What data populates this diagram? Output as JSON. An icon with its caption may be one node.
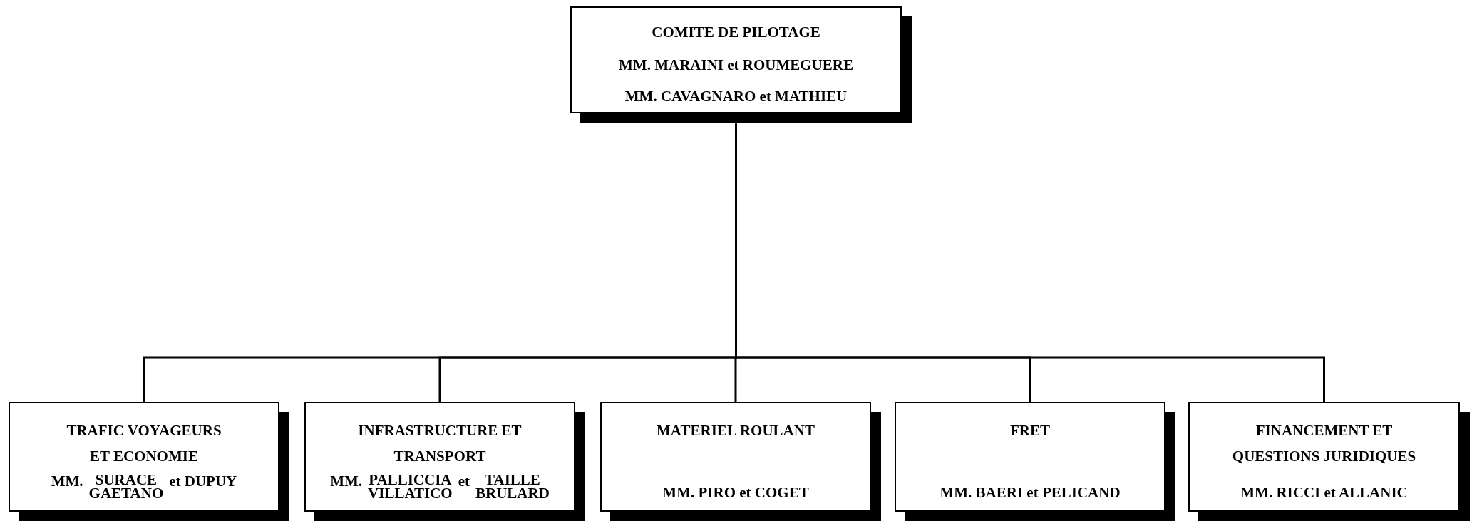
{
  "diagram": {
    "nodes": [
      {
        "text": [
          "COMITE DE PILOTAGE",
          "MM. MARAINI et ROUMEGUERE",
          "MM. CAVAGNARO et MATHIEU"
        ]
      },
      {
        "text": [
          "TRAFIC VOYAGEURS ET ECONOMIE",
          "MM.",
          "SURACE GAETANO",
          "et DUPUY"
        ]
      },
      {
        "text": [
          "INFRASTRUCTURE ET TRANSPORT",
          "MM.",
          "PALLICCIA VILLATICO",
          "et",
          "TAILLE BRULARD"
        ]
      },
      {
        "text": [
          "MATERIEL ROULANT",
          "MM. PIRO et COGET"
        ]
      },
      {
        "text": [
          "FRET",
          "MM. BAERI et PELICAND"
        ]
      },
      {
        "text": [
          "FINANCEMENT ET QUESTIONS JURIDIQUES",
          "MM. RICCI et ALLANIC"
        ]
      }
    ],
    "edges": [
      {
        "from": 0,
        "to": 1,
        "arrow": "none"
      },
      {
        "from": 0,
        "to": 2,
        "arrow": "none"
      },
      {
        "from": 0,
        "to": 3,
        "arrow": "none"
      },
      {
        "from": 0,
        "to": 4,
        "arrow": "none"
      },
      {
        "from": 0,
        "to": 5,
        "arrow": "none"
      }
    ]
  }
}
